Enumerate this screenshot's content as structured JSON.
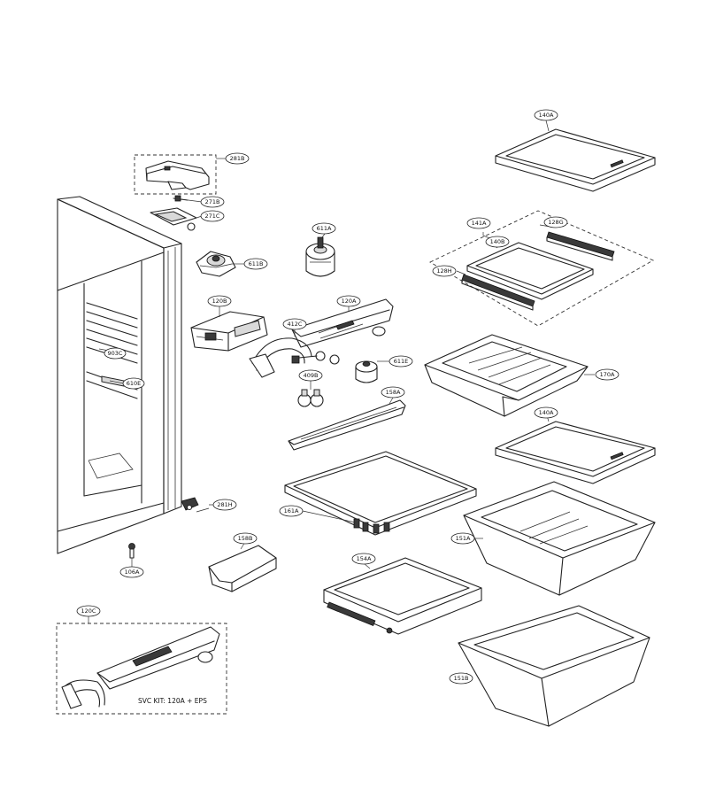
{
  "labels": {
    "l_140A_top": "140A",
    "l_281B": "281B",
    "l_271B": "271B",
    "l_271C": "271C",
    "l_611A": "611A",
    "l_141A": "141A",
    "l_128G": "128G",
    "l_140B": "140B",
    "l_128H": "128H",
    "l_611B": "611B",
    "l_120B": "120B",
    "l_120A": "120A",
    "l_412C": "412C",
    "l_903C": "903C",
    "l_611E": "611E",
    "l_170A": "170A",
    "l_610E": "610E",
    "l_409B": "409B",
    "l_158A": "158A",
    "l_140A_mid": "140A",
    "l_281H": "281H",
    "l_161A": "161A",
    "l_151A": "151A",
    "l_158B": "158B",
    "l_106A": "106A",
    "l_154A": "154A",
    "l_120C": "120C",
    "l_151B": "151B"
  },
  "svc_note": "SVC KIT: 120A + EPS"
}
